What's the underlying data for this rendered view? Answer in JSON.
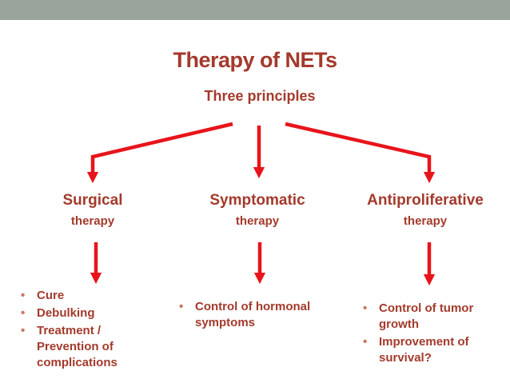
{
  "title": "Therapy of NETs",
  "subtitle": "Three principles",
  "colors": {
    "text": "#a33a2c",
    "arrow": "#e8141b",
    "top_bar": "#9aa39a",
    "bullet": "#c9765a"
  },
  "branches": [
    {
      "title": "Surgical",
      "subtitle": "therapy",
      "bullets": [
        "Cure",
        "Debulking",
        "Treatment / Prevention of complications"
      ]
    },
    {
      "title": "Symptomatic",
      "subtitle": "therapy",
      "bullets": [
        "Control of hormonal symptoms"
      ]
    },
    {
      "title": "Antiproliferative",
      "subtitle": "therapy",
      "bullets": [
        "Control of tumor growth",
        "Improvement of survival?"
      ]
    }
  ]
}
